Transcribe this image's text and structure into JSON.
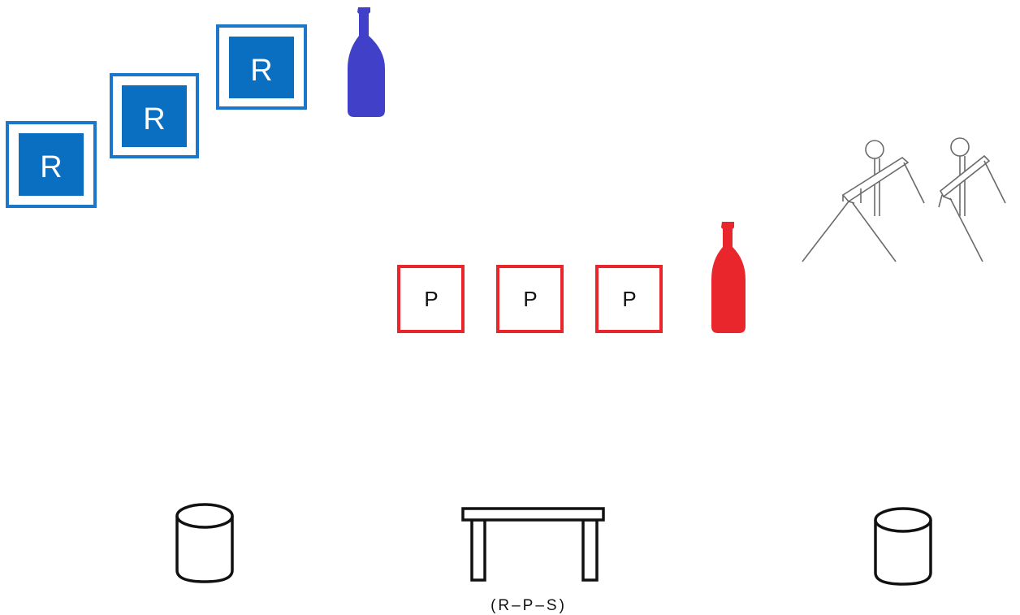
{
  "blue_tiles": {
    "letter": "R",
    "count": 3,
    "color": "#0b6fc1"
  },
  "red_tiles": {
    "letter": "P",
    "count": 3,
    "color": "#e8262b"
  },
  "bottles": [
    {
      "name": "blue-bottle",
      "color": "#4040c8"
    },
    {
      "name": "red-bottle",
      "color": "#e8262b"
    }
  ],
  "table_caption": "(R–P–S)",
  "objects": [
    "target-stand",
    "target-stand",
    "barrel",
    "table",
    "barrel"
  ]
}
